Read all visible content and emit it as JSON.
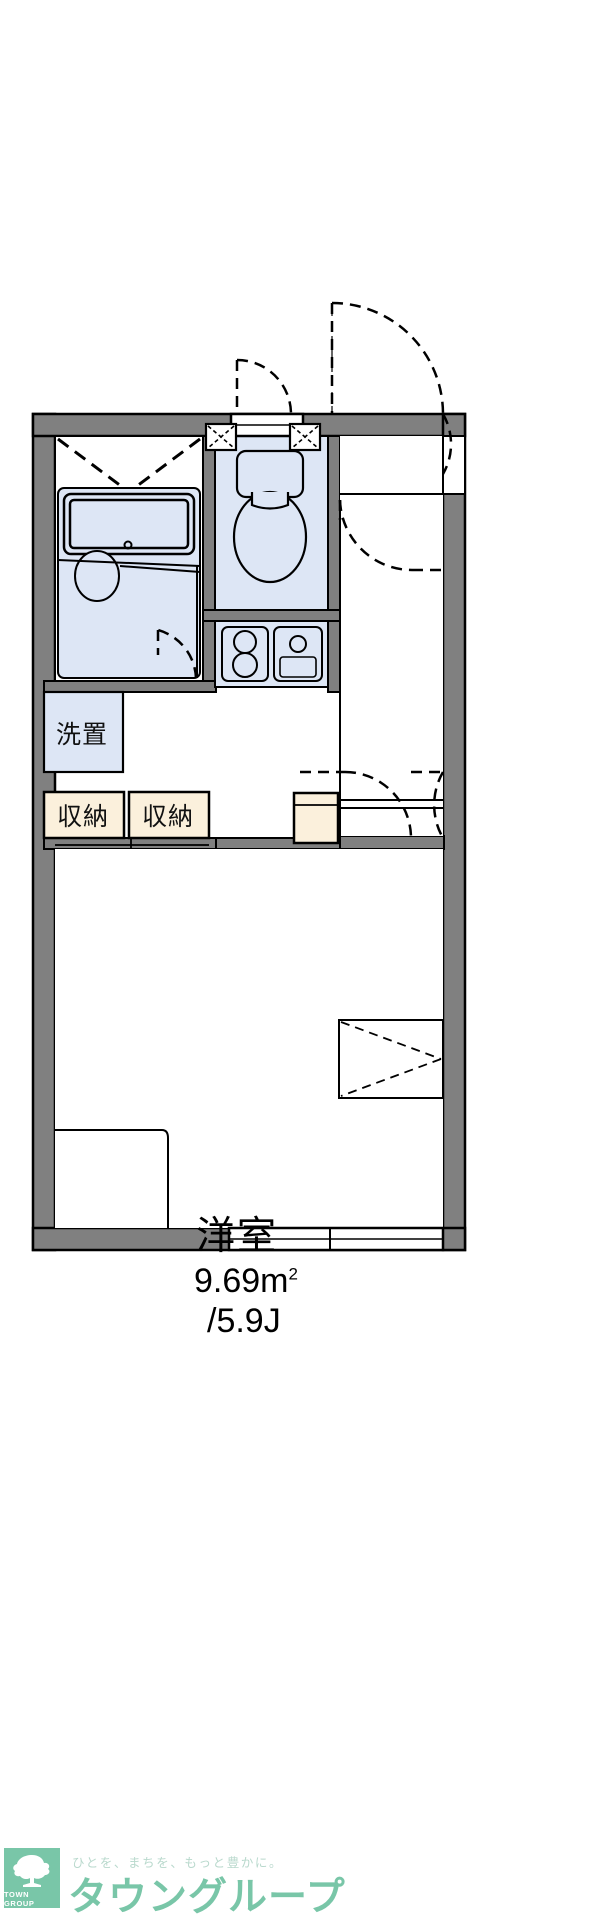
{
  "document": {
    "type": "floor-plan",
    "layout_code": "1K",
    "palette": {
      "wall_fill": "#808080",
      "wall_stroke": "#000000",
      "fixture_fill": "#dde6f5",
      "closet_fill": "#fbf0dc",
      "line": "#000000",
      "brand_green": "#79c6a8",
      "tagline_gray": "#b9d9cd",
      "background": "#ffffff"
    }
  },
  "rooms": {
    "main": {
      "name": "洋室",
      "area": "9.69m",
      "area_superscript": "2",
      "tatami": "/5.9J"
    },
    "washer_space": {
      "label": "洗置"
    },
    "closet_left": {
      "label": "収納"
    },
    "closet_right": {
      "label": "収納"
    }
  },
  "fixtures": [
    {
      "name": "bathtub-unit",
      "kind": "bath"
    },
    {
      "name": "toilet",
      "kind": "toilet"
    },
    {
      "name": "kitchen-stove",
      "kind": "stove-two-burner"
    },
    {
      "name": "kitchen-sink",
      "kind": "sink"
    },
    {
      "name": "refrigerator-space",
      "kind": "appliance"
    },
    {
      "name": "entrance-shoe-box",
      "kind": "storage"
    }
  ],
  "footer": {
    "brand_tagline": "ひとを、まちを、もっと豊かに。",
    "brand_name": "タウングループ",
    "brand_mark_text": "TOWN GROUP"
  }
}
